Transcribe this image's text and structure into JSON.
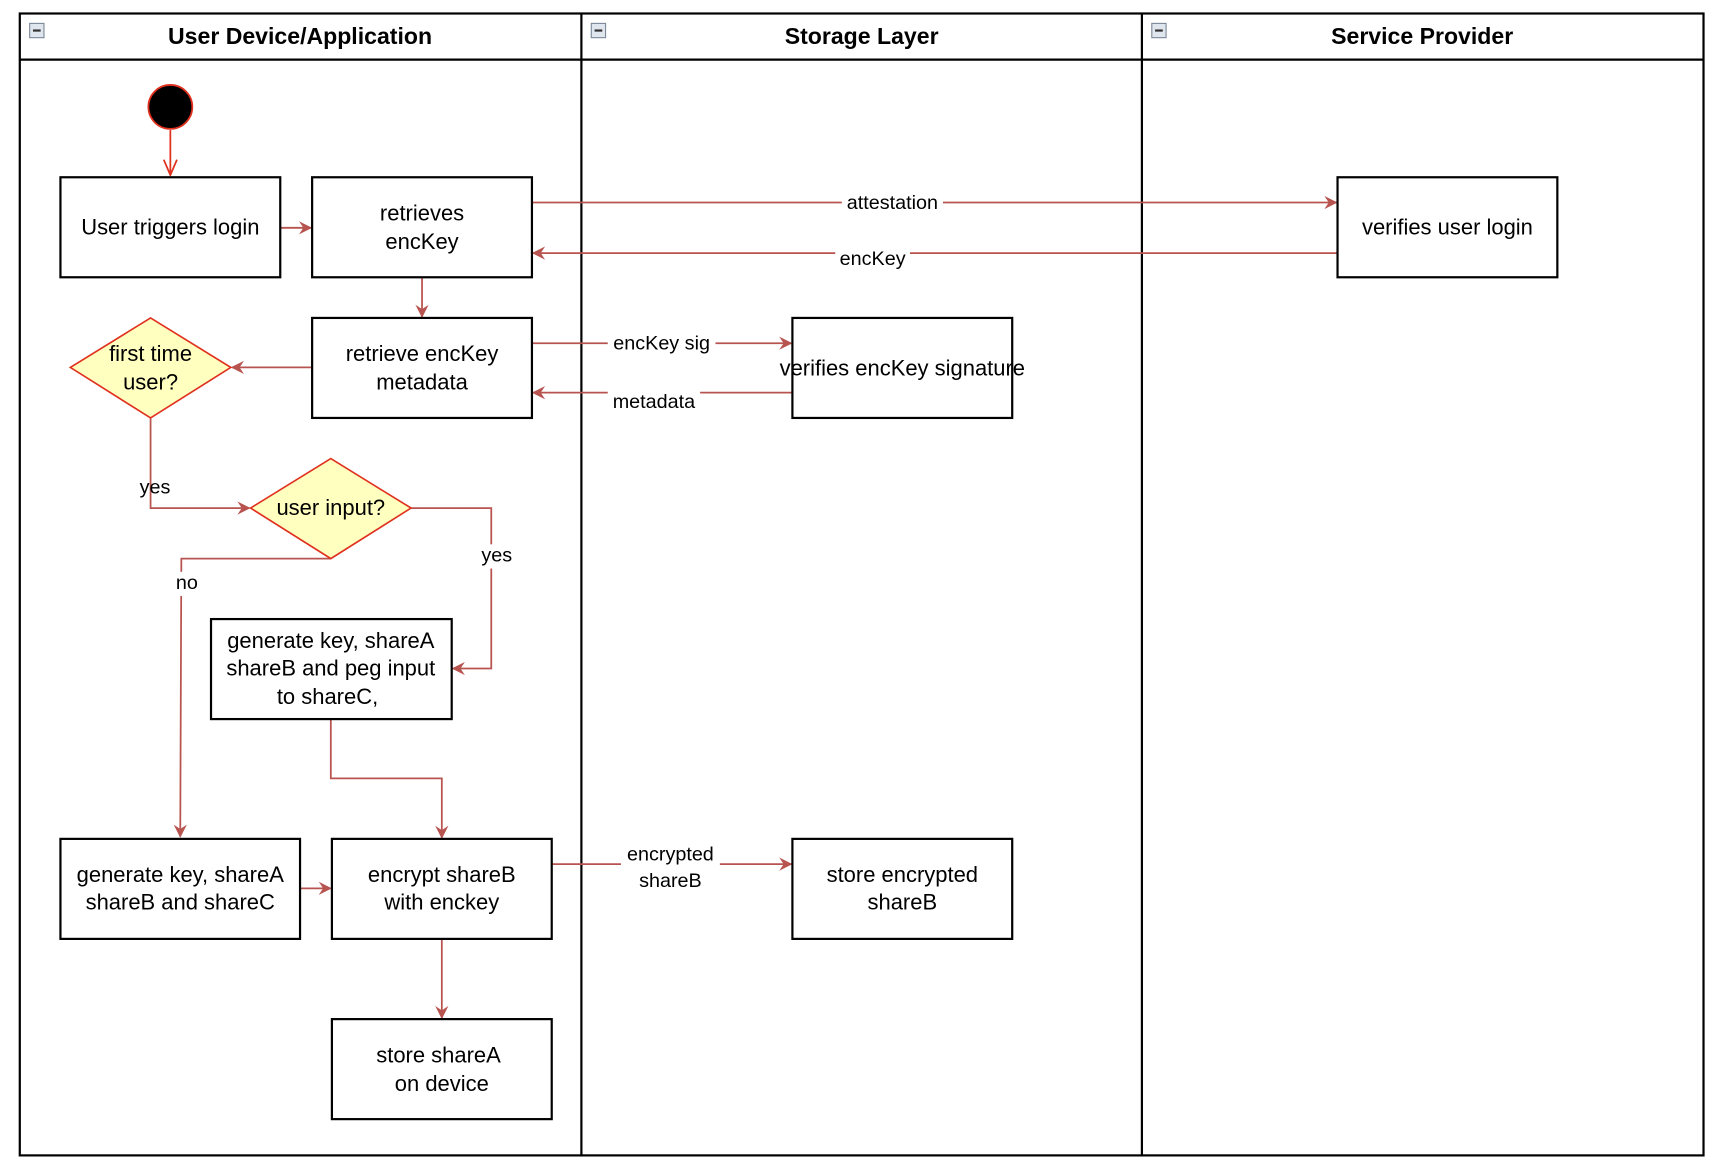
{
  "lanes": [
    {
      "title": "User Device/Application"
    },
    {
      "title": "Storage Layer"
    },
    {
      "title": "Service Provider"
    }
  ],
  "nodes": {
    "user_triggers_login": [
      "User triggers login"
    ],
    "retrieves_enckey": [
      "retrieves",
      "encKey"
    ],
    "verifies_user_login": [
      "verifies user login"
    ],
    "retrieve_metadata": [
      "retrieve encKey",
      "metadata"
    ],
    "verifies_signature": [
      "verifies encKey signature"
    ],
    "first_time_user": [
      "first time",
      "user?"
    ],
    "user_input": [
      "user input?"
    ],
    "generate_peg": [
      "generate key, shareA",
      "shareB and peg input",
      "to shareC,"
    ],
    "generate_shares": [
      "generate key, shareA",
      "shareB and shareC"
    ],
    "encrypt_shareb": [
      "encrypt shareB",
      "with enckey"
    ],
    "store_encrypted": [
      "store encrypted",
      "shareB"
    ],
    "store_sharea": [
      "store shareA",
      "on device"
    ]
  },
  "edges": {
    "attestation": "attestation",
    "enckey": "encKey",
    "enckey_sig": "encKey sig",
    "metadata": "metadata",
    "yes1": "yes",
    "yes2": "yes",
    "no": "no",
    "encrypted_shareb": [
      "encrypted",
      "shareB"
    ]
  },
  "colors": {
    "edge": "#b85450",
    "start_edge": "#e0301e",
    "decision_fill": "#ffffc0"
  }
}
